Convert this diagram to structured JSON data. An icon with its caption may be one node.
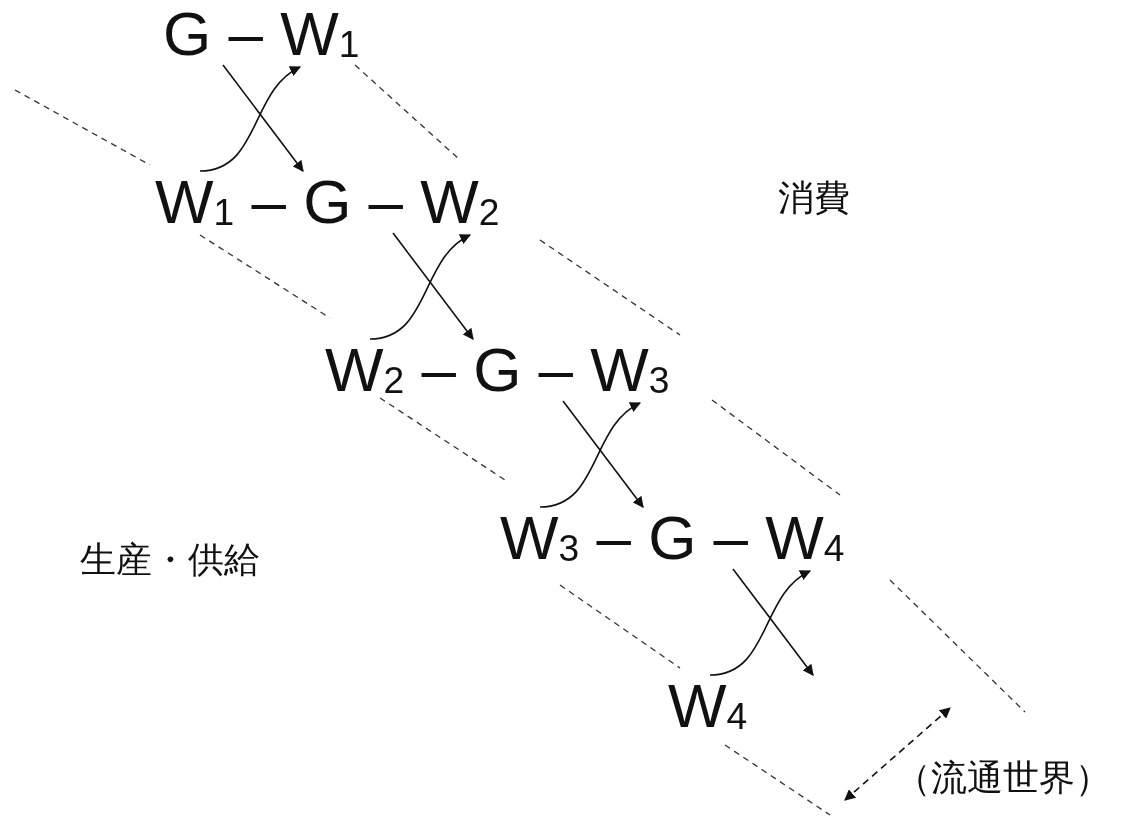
{
  "diagram": {
    "nodes": [
      {
        "text": [
          "G – W$_{1}$"
        ]
      },
      {
        "text": [
          "W$_{1}$ – G – W$_{2}$"
        ]
      },
      {
        "text": [
          "W$_{2}$ – G – W$_{3}$"
        ]
      },
      {
        "text": [
          "W$_{3}$ – G – W$_{4}$"
        ]
      },
      {
        "text": [
          "W$_{4}$"
        ]
      }
    ],
    "edges": [
      {
        "from": 0,
        "to": 1,
        "arrow": "to"
      },
      {
        "from": 1,
        "to": 0,
        "arrow": "to"
      },
      {
        "from": 1,
        "to": 2,
        "arrow": "to"
      },
      {
        "from": 2,
        "to": 1,
        "arrow": "to"
      },
      {
        "from": 2,
        "to": 3,
        "arrow": "to"
      },
      {
        "from": 3,
        "to": 2,
        "arrow": "to"
      },
      {
        "from": 3,
        "to": 4,
        "arrow": "to"
      },
      {
        "from": 4,
        "to": 3,
        "arrow": "to"
      }
    ],
    "labels": [
      "消費",
      "生産・供給",
      "（流通世界）"
    ]
  }
}
